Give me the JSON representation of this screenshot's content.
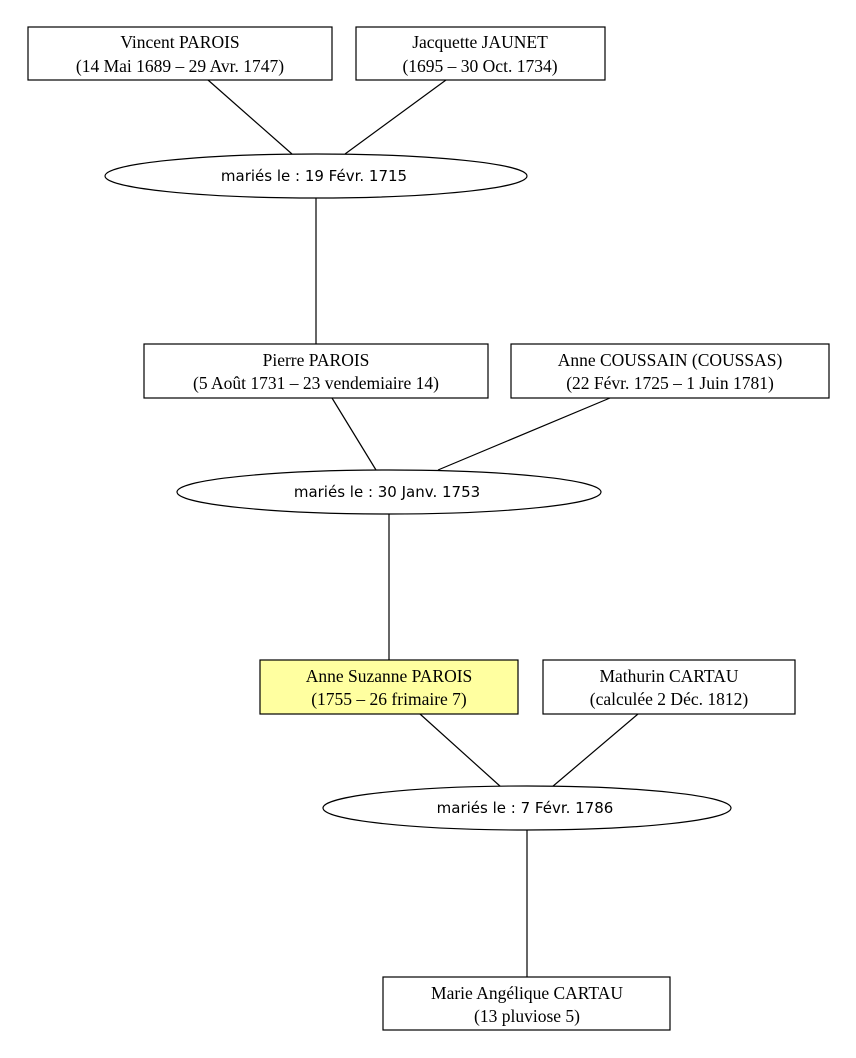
{
  "persons": [
    {
      "id": "vincent",
      "name": "Vincent PAROIS",
      "dates": "(14 Mai 1689 – 29 Avr. 1747)",
      "highlight": false
    },
    {
      "id": "jacquette",
      "name": "Jacquette JAUNET",
      "dates": "(1695 – 30 Oct. 1734)",
      "highlight": false
    },
    {
      "id": "pierre",
      "name": "Pierre PAROIS",
      "dates": "(5 Août 1731 – 23 vendemiaire 14)",
      "highlight": false
    },
    {
      "id": "anne_c",
      "name": "Anne COUSSAIN (COUSSAS)",
      "dates": "(22 Févr. 1725 – 1 Juin 1781)",
      "highlight": false
    },
    {
      "id": "anne_s",
      "name": "Anne Suzanne PAROIS",
      "dates": "(1755 – 26 frimaire 7)",
      "highlight": true
    },
    {
      "id": "mathurin",
      "name": "Mathurin CARTAU",
      "dates": "(calculée 2 Déc. 1812)",
      "highlight": false
    },
    {
      "id": "marie",
      "name": "Marie Angélique CARTAU",
      "dates": "(13 pluviose 5)",
      "highlight": false
    }
  ],
  "marriages": [
    {
      "id": "m1",
      "label": "mariés le : 19 Févr. 1715"
    },
    {
      "id": "m2",
      "label": "mariés le : 30 Janv. 1753"
    },
    {
      "id": "m3",
      "label": "mariés le : 7 Févr. 1786"
    }
  ],
  "colors": {
    "highlight": "#ffffa0",
    "box": "#ffffff",
    "line": "#000000"
  }
}
